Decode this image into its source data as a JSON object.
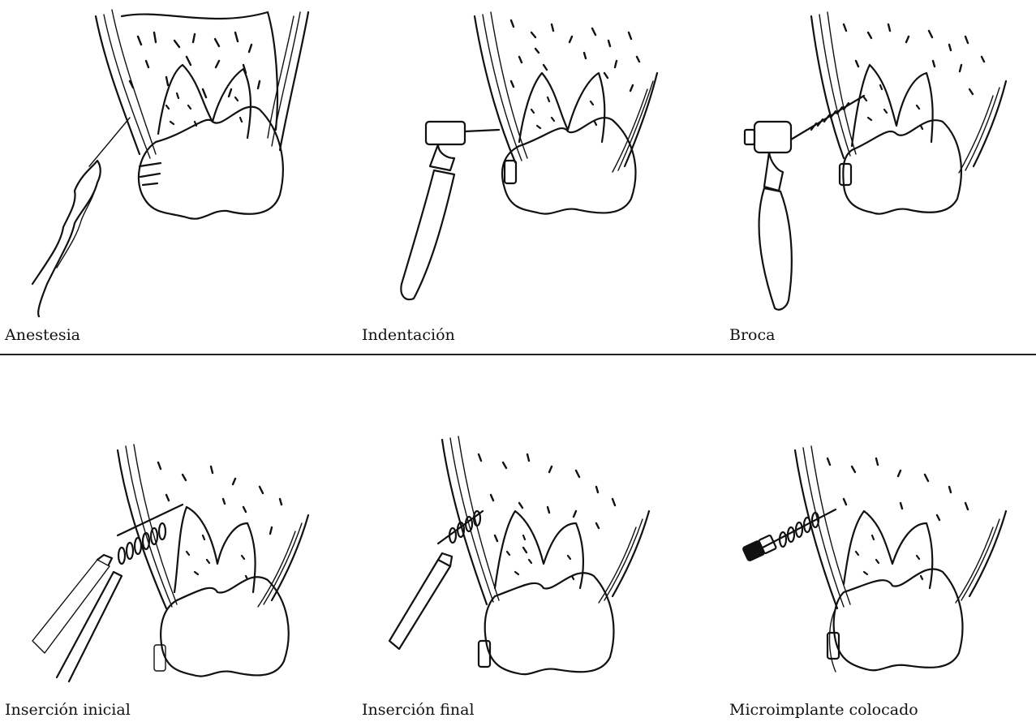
{
  "figure": {
    "steps": [
      {
        "id": "anestesia",
        "label": "Anestesia"
      },
      {
        "id": "indentacion",
        "label": "Indentación"
      },
      {
        "id": "broca",
        "label": "Broca"
      },
      {
        "id": "insercion-inicial",
        "label": "Inserción inicial"
      },
      {
        "id": "insercion-final",
        "label": "Inserción final"
      },
      {
        "id": "microimplante-colocado",
        "label": "Microimplante colocado"
      }
    ]
  }
}
